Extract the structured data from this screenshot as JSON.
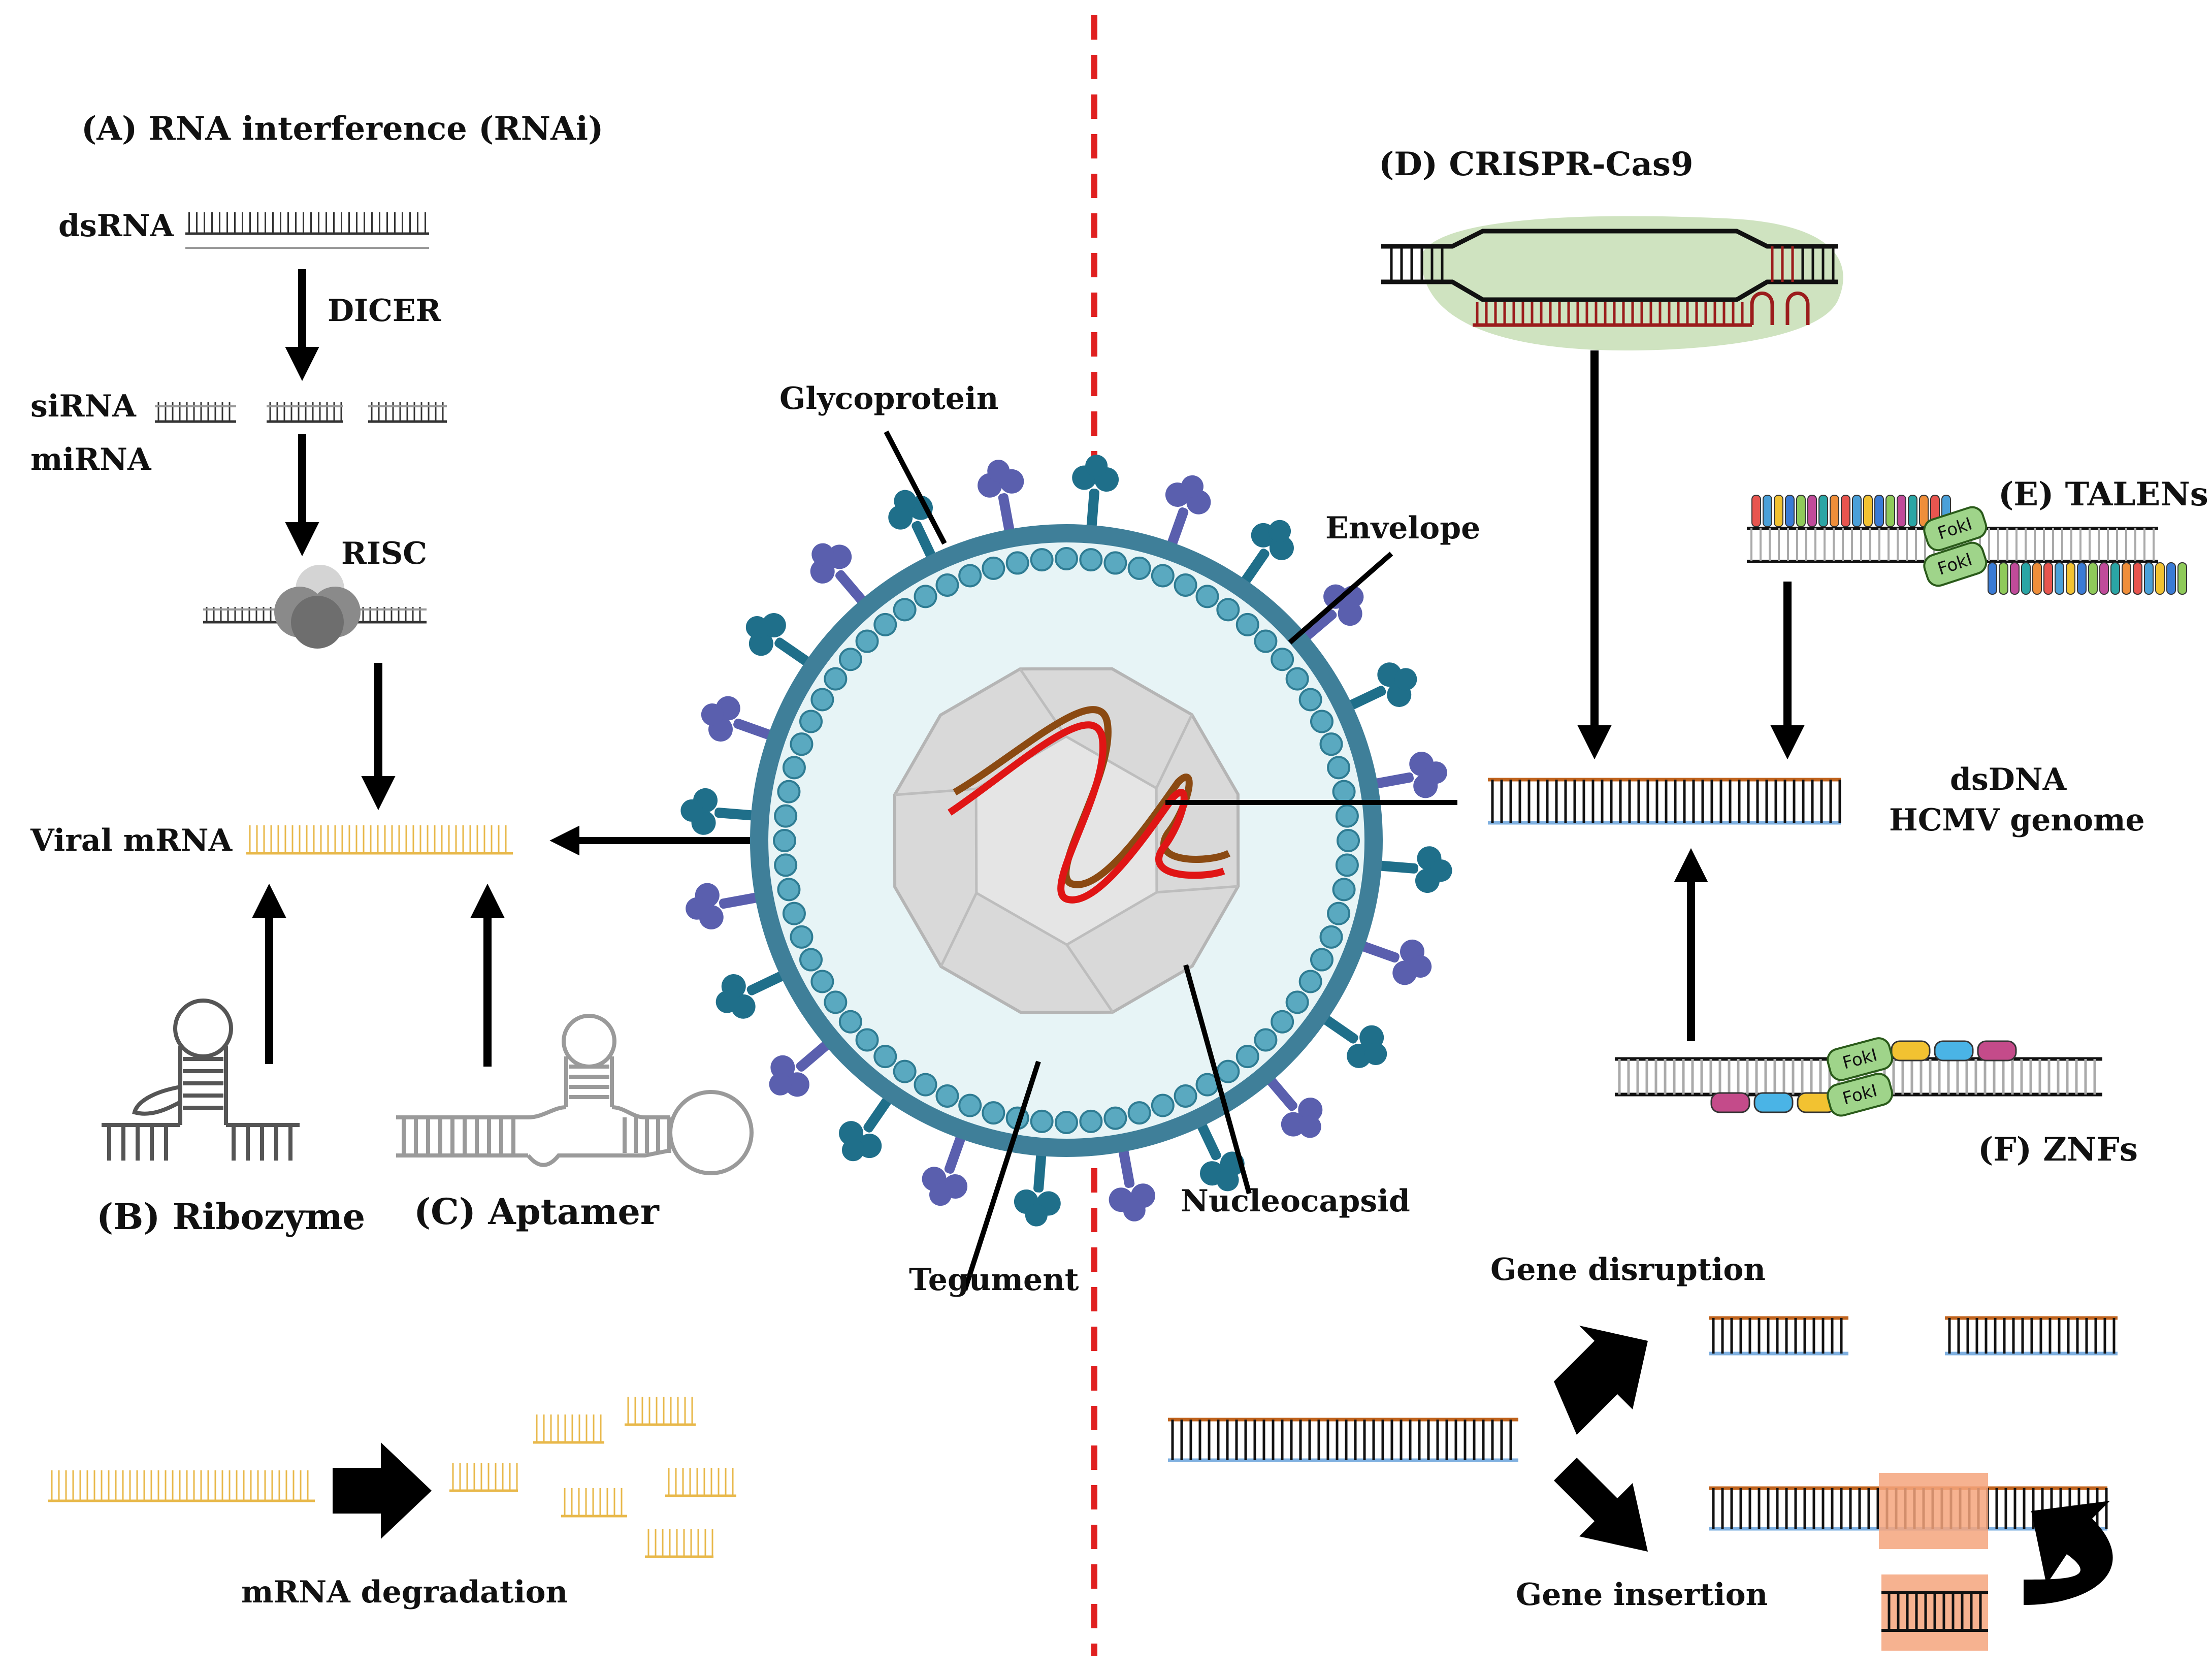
{
  "panels": {
    "rnai": {
      "title": "(A) RNA interference (RNAi)",
      "dsrna": "dsRNA",
      "dicer": "DICER",
      "sirna": "siRNA",
      "mirna": "miRNA",
      "risc": "RISC",
      "viral_mrna": "Viral mRNA",
      "degradation": "mRNA degradation"
    },
    "ribozyme": {
      "title": "(B) Ribozyme"
    },
    "aptamer": {
      "title": "(C) Aptamer"
    },
    "crispr": {
      "title": "(D) CRISPR-Cas9"
    },
    "talens": {
      "title": "(E) TALENs",
      "foki": "FokI"
    },
    "znfs": {
      "title": "(F) ZNFs",
      "foki": "FokI"
    },
    "genome": {
      "line1": "dsDNA",
      "line2": "HCMV genome"
    },
    "outcomes": {
      "disruption": "Gene disruption",
      "insertion": "Gene insertion"
    }
  },
  "virion_labels": {
    "glycoprotein": "Glycoprotein",
    "envelope": "Envelope",
    "tegument": "Tegument",
    "nucleocapsid": "Nucleocapsid"
  },
  "colors": {
    "mrna": "#e8b84a",
    "dna_top": "#c0641e",
    "dna_bottom": "#7fb0e0",
    "envelope": "#3f7f99",
    "glycoprotein": "#5a5fae",
    "glycoprotein_alt": "#1f6f8a",
    "capsid": "#d9d9d9",
    "genome_red": "#e01515",
    "genome_brown": "#8b4a12",
    "divider": "#e02020",
    "cas9": "#cfe3c0",
    "crispr_rna": "#9b1c1c",
    "insert": "#f5a57d",
    "foki": "#9fd48a"
  },
  "icons": [
    "arrow-icon",
    "block-arrow-icon",
    "curved-arrow-icon"
  ]
}
